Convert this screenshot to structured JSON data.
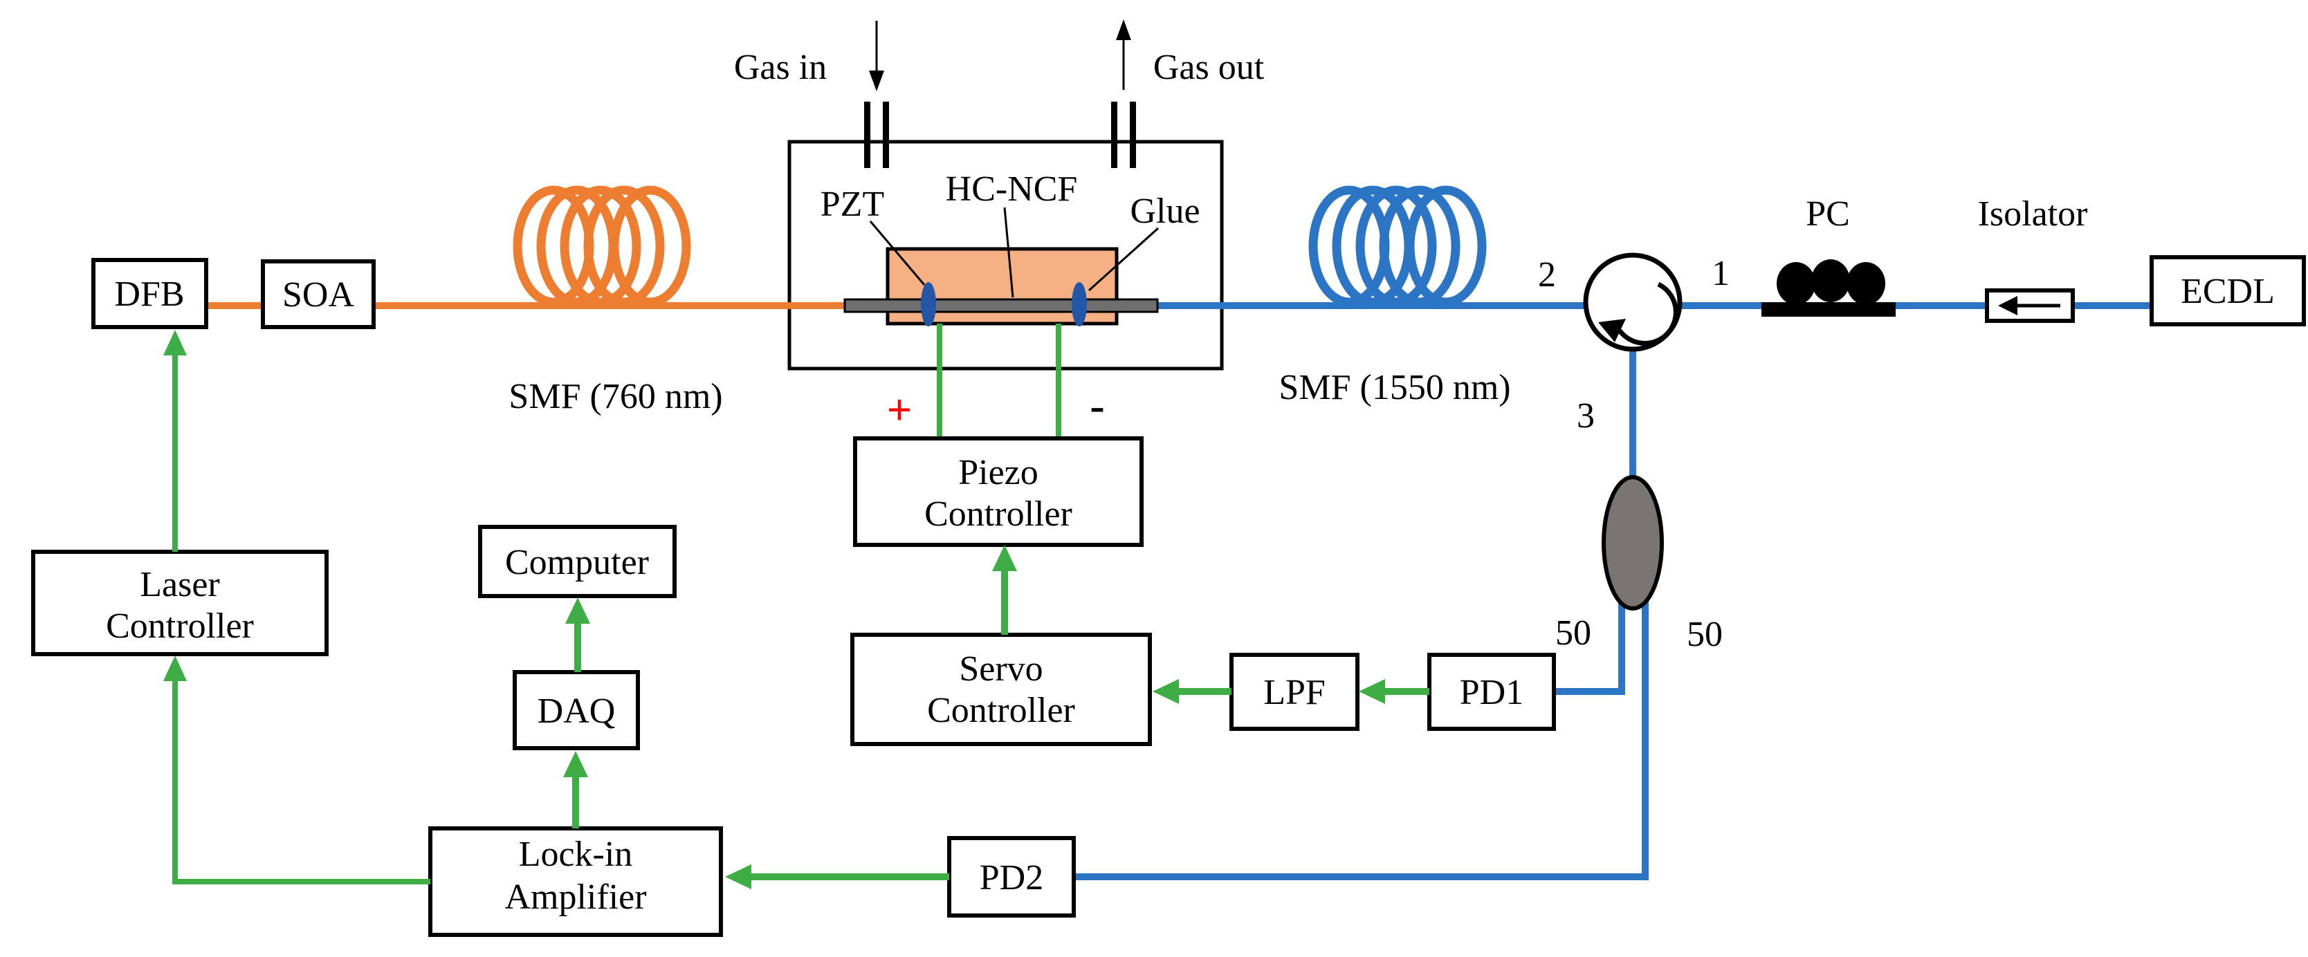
{
  "boxes": {
    "dfb": {
      "label": "DFB"
    },
    "soa": {
      "label": "SOA"
    },
    "ecdl": {
      "label": "ECDL"
    },
    "laser_controller": {
      "line1": "Laser",
      "line2": "Controller"
    },
    "computer": {
      "label": "Computer"
    },
    "daq": {
      "label": "DAQ"
    },
    "lockin": {
      "line1": "Lock-in",
      "line2": "Amplifier"
    },
    "pd2": {
      "label": "PD2"
    },
    "pd1": {
      "label": "PD1"
    },
    "lpf": {
      "label": "LPF"
    },
    "servo": {
      "line1": "Servo",
      "line2": "Controller"
    },
    "piezo": {
      "line1": "Piezo",
      "line2": "Controller"
    }
  },
  "labels": {
    "gas_in": "Gas in",
    "gas_out": "Gas out",
    "pzt": "PZT",
    "hc_ncf": "HC-NCF",
    "glue": "Glue",
    "smf_760": "SMF (760 nm)",
    "smf_1550": "SMF (1550 nm)",
    "port_1": "1",
    "port_2": "2",
    "port_3": "3",
    "split_left": "50",
    "split_right": "50",
    "plus": "+",
    "minus": "-",
    "pc": "PC",
    "isolator": "Isolator"
  },
  "colors": {
    "orange": "#ED7D31",
    "blue": "#2C74C4",
    "green": "#3FAD45",
    "red": "#FF0000",
    "rod_gray": "#6F6F6F",
    "coupler_gray": "#7A7572",
    "cell_fill": "#F5B183",
    "glue_blue": "#2356A6"
  }
}
